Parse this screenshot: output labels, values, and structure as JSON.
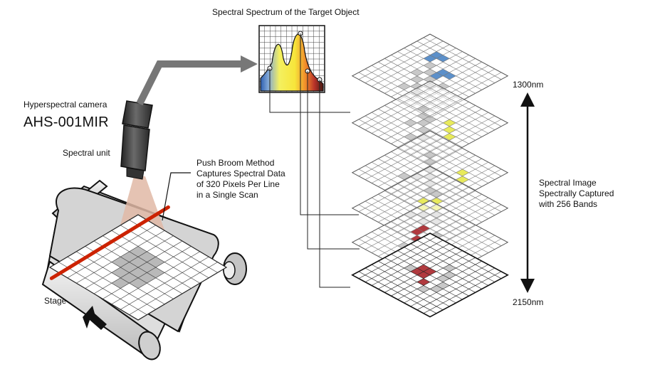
{
  "labels": {
    "spectrum_title": "Spectral Spectrum of the Target Object",
    "camera_type": "Hyperspectral camera",
    "camera_model": "AHS-001MIR",
    "spectral_unit": "Spectral unit",
    "push_broom": [
      "Push Broom Method",
      "Captures Spectral Data",
      "of 320 Pixels Per Line",
      "in a Single Scan"
    ],
    "stage": "Stage",
    "wavelength_top": "1300nm",
    "wavelength_bottom": "2150nm",
    "spectral_image": [
      "Spectral Image",
      "Spectrally Captured",
      "with 256 Bands"
    ]
  },
  "colors": {
    "outline": "#111111",
    "frame_gray": "#d4d4d4",
    "grid_line": "#333333",
    "scan_line": "#cc2200",
    "beam": "#e0b8a6",
    "band_blue": "#4a84c4",
    "band_yellow": "#e6e84a",
    "band_red": "#a8252a",
    "arrow_gray": "#777777"
  },
  "icons": {
    "camera": "hyperspectral-camera-icon",
    "stage_arrow": "direction-arrow-icon",
    "range_arrow": "double-headed-arrow-icon"
  }
}
